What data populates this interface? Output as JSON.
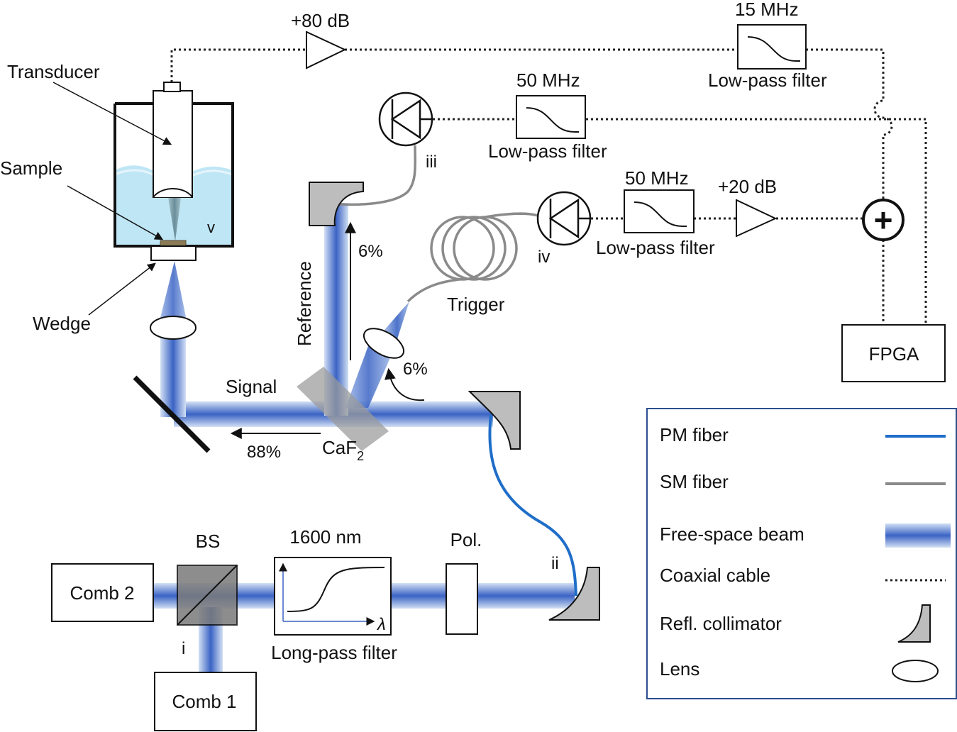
{
  "colors": {
    "beam_core": "#3a63c4",
    "beam_edge": "#c9d9f2",
    "pm_fiber": "#1f6ec8",
    "sm_fiber": "#8a8a8a",
    "coax": "#222222",
    "water": "#bfe6f5",
    "optic_gray": "#bdbdbd",
    "axis_blue": "#3a63c4"
  },
  "labels": {
    "transducer": "Transducer",
    "sample": "Sample",
    "wedge": "Wedge",
    "tank_v": "v",
    "amp80": "+80 dB",
    "lpf15_freq": "15 MHz",
    "lpf15_name": "Low-pass filter",
    "lpf50a_freq": "50 MHz",
    "lpf50a_name": "Low-pass filter",
    "det_iii": "iii",
    "lpf50b_freq": "50 MHz",
    "lpf50b_name": "Low-pass filter",
    "amp20": "+20 dB",
    "det_iv": "iv",
    "trigger": "Trigger",
    "reference": "Reference",
    "pct_ref": "6%",
    "pct_trig": "6%",
    "pct_sig": "88%",
    "signal": "Signal",
    "caf2": "CaF",
    "caf2_sub": "2",
    "fpga": "FPGA",
    "bs": "BS",
    "lp_wavelength": "1600 nm",
    "lp_name": "Long-pass filter",
    "lambda": "λ",
    "pol": "Pol.",
    "comb1": "Comb 1",
    "comb2": "Comb 2",
    "port_i": "i",
    "port_ii": "ii",
    "sum_symbol": "+"
  },
  "legend": {
    "items": [
      {
        "label": "PM fiber",
        "symbol": "pm-fiber"
      },
      {
        "label": "SM fiber",
        "symbol": "sm-fiber"
      },
      {
        "label": "Free-space beam",
        "symbol": "free-space-beam"
      },
      {
        "label": "Coaxial cable",
        "symbol": "coaxial-cable"
      },
      {
        "label": "Refl. collimator",
        "symbol": "reflective-collimator-icon"
      },
      {
        "label": "Lens",
        "symbol": "lens-icon"
      }
    ]
  }
}
